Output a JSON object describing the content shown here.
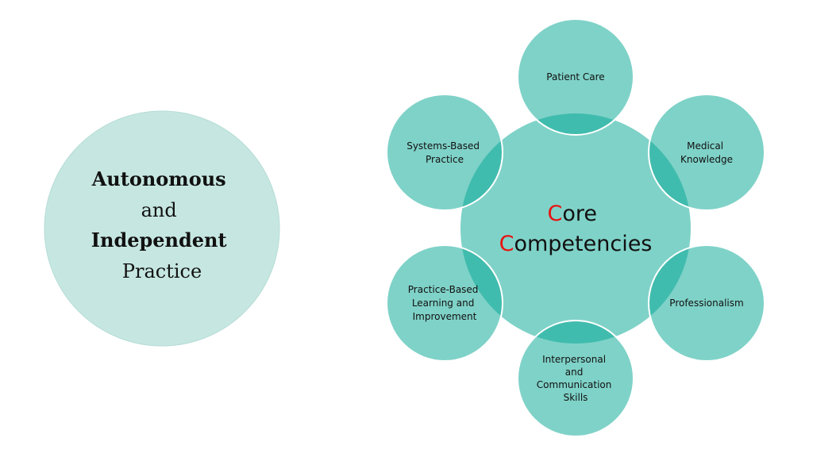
{
  "left": {
    "lines": [
      "Autonomous",
      "and",
      "Independent",
      "Practice"
    ]
  },
  "center": {
    "line1_initial": "C",
    "line1_rest": "ore",
    "line2_initial": "C",
    "line2_rest": "ompetencies"
  },
  "competencies": [
    {
      "lines": [
        "Patient Care"
      ]
    },
    {
      "lines": [
        "Medical",
        "Knowledge"
      ]
    },
    {
      "lines": [
        "Professionalism"
      ]
    },
    {
      "lines": [
        "Interpersonal",
        "and",
        "Communication",
        "Skills"
      ]
    },
    {
      "lines": [
        "Practice-Based",
        "Learning and",
        "Improvement"
      ]
    },
    {
      "lines": [
        "Systems-Based",
        "Practice"
      ]
    }
  ],
  "colors": {
    "left_fill": "#c6e7e1",
    "circle_fill": "#7fd2c8",
    "overlap_fill": "#40bcae",
    "accent_red": "#e8110f"
  }
}
